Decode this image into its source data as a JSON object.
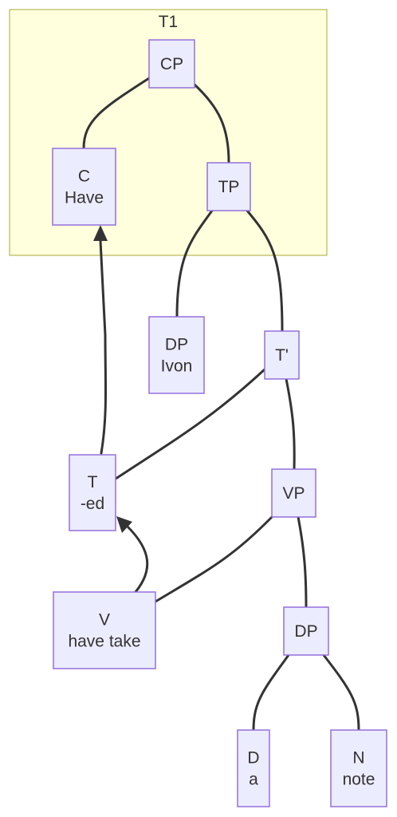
{
  "diagram": {
    "cluster": {
      "title": "T1"
    },
    "nodes": {
      "cp": {
        "lines": [
          "CP"
        ]
      },
      "c": {
        "lines": [
          "C",
          "Have"
        ]
      },
      "tp": {
        "lines": [
          "TP"
        ]
      },
      "dp1": {
        "lines": [
          "DP",
          "Ivon"
        ]
      },
      "tbar": {
        "lines": [
          "T'"
        ]
      },
      "t": {
        "lines": [
          "T",
          "-ed"
        ]
      },
      "vp": {
        "lines": [
          "VP"
        ]
      },
      "v": {
        "lines": [
          "V",
          "have take"
        ]
      },
      "dp2": {
        "lines": [
          "DP"
        ]
      },
      "d": {
        "lines": [
          "D",
          "a"
        ]
      },
      "n": {
        "lines": [
          "N",
          "note"
        ]
      }
    },
    "edges": [
      {
        "from": "cp",
        "to": "c",
        "arrow": false
      },
      {
        "from": "cp",
        "to": "tp",
        "arrow": false
      },
      {
        "from": "tp",
        "to": "dp1",
        "arrow": false
      },
      {
        "from": "tp",
        "to": "tbar",
        "arrow": false
      },
      {
        "from": "tbar",
        "to": "t",
        "arrow": false
      },
      {
        "from": "tbar",
        "to": "vp",
        "arrow": false
      },
      {
        "from": "vp",
        "to": "v",
        "arrow": false
      },
      {
        "from": "vp",
        "to": "dp2",
        "arrow": false
      },
      {
        "from": "dp2",
        "to": "d",
        "arrow": false
      },
      {
        "from": "dp2",
        "to": "n",
        "arrow": false
      },
      {
        "from": "t",
        "to": "c",
        "arrow": true
      },
      {
        "from": "v",
        "to": "t",
        "arrow": true
      }
    ]
  }
}
